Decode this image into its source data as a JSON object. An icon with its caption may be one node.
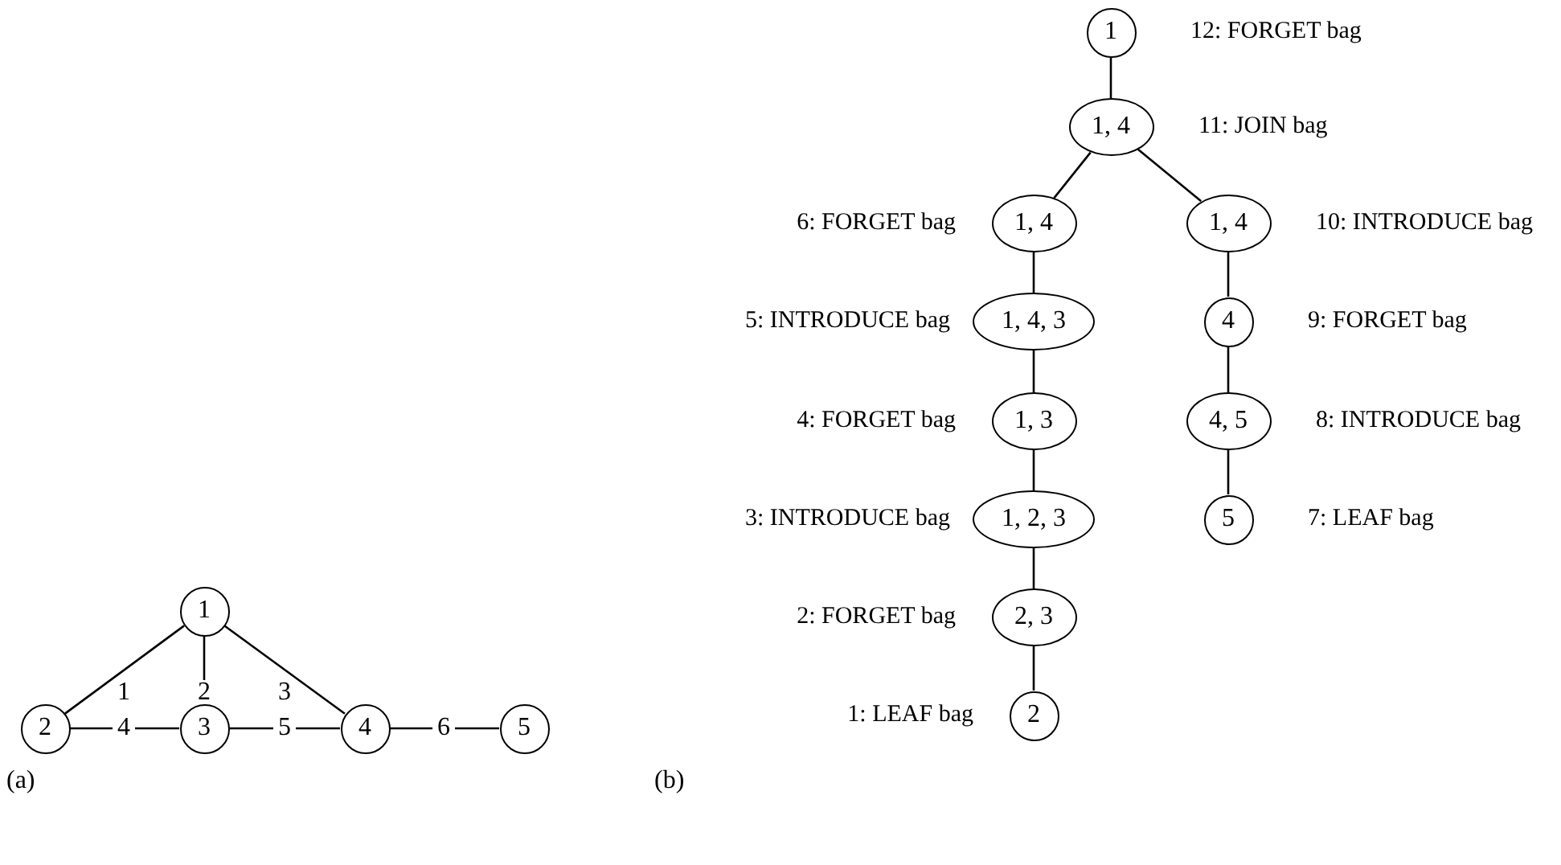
{
  "diagram": {
    "nodes": [
      {
        "text": [
          "1"
        ]
      },
      {
        "text": [
          "2"
        ]
      },
      {
        "text": [
          "3"
        ]
      },
      {
        "text": [
          "4"
        ]
      },
      {
        "text": [
          "5"
        ]
      },
      {
        "text": [
          "1"
        ],
        "beside": [
          "12: FORGET bag"
        ]
      },
      {
        "text": [
          "1, 4"
        ],
        "beside": [
          "11: JOIN bag"
        ]
      },
      {
        "text": [
          "1, 4"
        ],
        "beside": [
          "6: FORGET bag"
        ]
      },
      {
        "text": [
          "1, 4"
        ],
        "beside": [
          "10: INTRODUCE bag"
        ]
      },
      {
        "text": [
          "1, 4, 3"
        ],
        "beside": [
          "5: INTRODUCE bag"
        ]
      },
      {
        "text": [
          "4"
        ],
        "beside": [
          "9: FORGET bag"
        ]
      },
      {
        "text": [
          "1, 3"
        ],
        "beside": [
          "4: FORGET bag"
        ]
      },
      {
        "text": [
          "4, 5"
        ],
        "beside": [
          "8: INTRODUCE bag"
        ]
      },
      {
        "text": [
          "1, 2, 3"
        ],
        "beside": [
          "3: INTRODUCE bag"
        ]
      },
      {
        "text": [
          "5"
        ],
        "beside": [
          "7: LEAF bag"
        ]
      },
      {
        "text": [
          "2, 3"
        ],
        "beside": [
          "2: FORGET bag"
        ]
      },
      {
        "text": [
          "2"
        ],
        "beside": [
          "1: LEAF bag"
        ]
      }
    ],
    "edges": [
      {
        "from": 0,
        "to": 1,
        "arrow": "none",
        "label": "1"
      },
      {
        "from": 0,
        "to": 2,
        "arrow": "none",
        "label": "2"
      },
      {
        "from": 0,
        "to": 3,
        "arrow": "none",
        "label": "3"
      },
      {
        "from": 1,
        "to": 2,
        "arrow": "none",
        "label": "4"
      },
      {
        "from": 2,
        "to": 3,
        "arrow": "none",
        "label": "5"
      },
      {
        "from": 3,
        "to": 4,
        "arrow": "none",
        "label": "6"
      },
      {
        "from": 5,
        "to": 6,
        "arrow": "none"
      },
      {
        "from": 6,
        "to": 7,
        "arrow": "none"
      },
      {
        "from": 6,
        "to": 8,
        "arrow": "none"
      },
      {
        "from": 7,
        "to": 9,
        "arrow": "none"
      },
      {
        "from": 9,
        "to": 11,
        "arrow": "none"
      },
      {
        "from": 11,
        "to": 13,
        "arrow": "none"
      },
      {
        "from": 13,
        "to": 15,
        "arrow": "none"
      },
      {
        "from": 15,
        "to": 16,
        "arrow": "none"
      },
      {
        "from": 8,
        "to": 10,
        "arrow": "none"
      },
      {
        "from": 10,
        "to": 12,
        "arrow": "none"
      },
      {
        "from": 12,
        "to": 14,
        "arrow": "none"
      }
    ],
    "labels": [
      "(a)",
      "(b)"
    ]
  }
}
